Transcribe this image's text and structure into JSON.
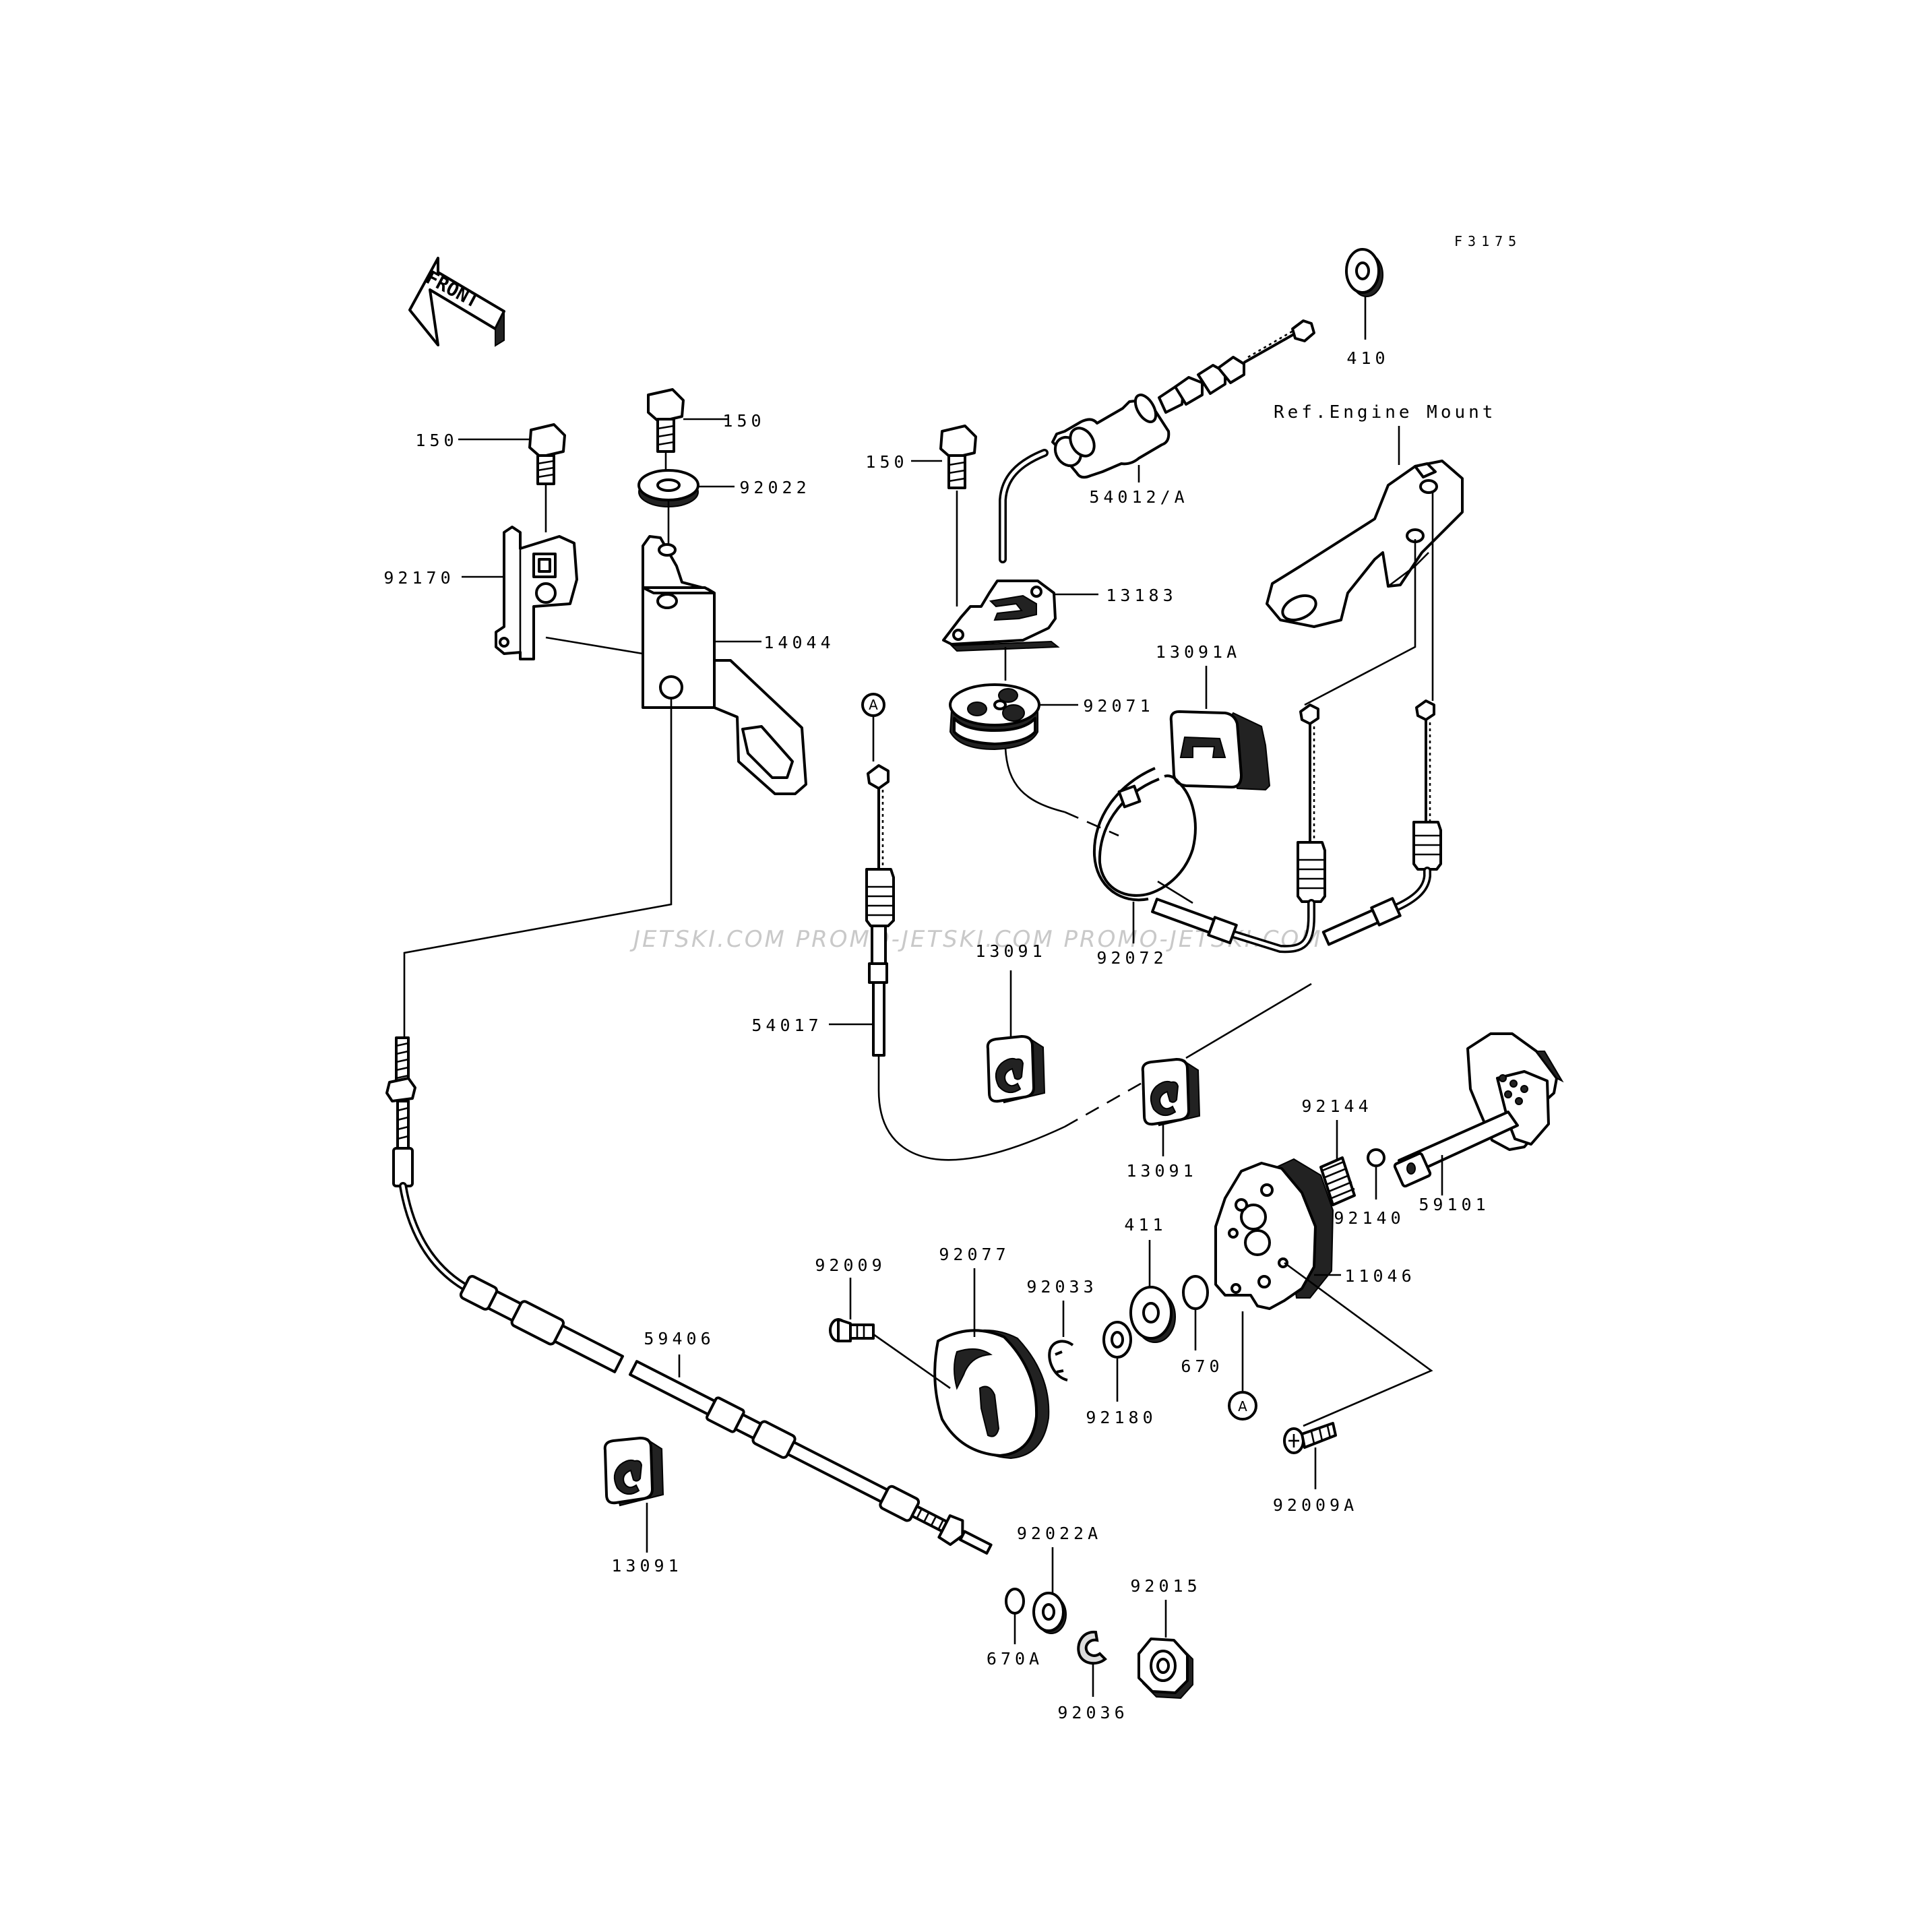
{
  "diagram_code": "F3175",
  "front_arrow_label": "FRONT",
  "reference_note": "Ref.Engine Mount",
  "watermark": "JETSKI.COM  PROMO-JETSKI.COM  PROMO-JETSKI.COM",
  "connector_marker": "A",
  "parts": {
    "p150_a": "150",
    "p150_b": "150",
    "p150_c": "150",
    "p92022": "92022",
    "p92170": "92170",
    "p14044": "14044",
    "p54012a": "54012/A",
    "p410": "410",
    "p13183": "13183",
    "p92071": "92071",
    "p13091a": "13091A",
    "p92072": "92072",
    "p54017": "54017",
    "p13091_a": "13091",
    "p13091_b": "13091",
    "p13091_c": "13091",
    "p92144": "92144",
    "p92140": "92140",
    "p59101": "59101",
    "p411": "411",
    "p11046": "11046",
    "p670": "670",
    "p92009": "92009",
    "p92077": "92077",
    "p92033": "92033",
    "p92180": "92180",
    "p92009a": "92009A",
    "p59406": "59406",
    "p92022a": "92022A",
    "p92015": "92015",
    "p670a": "670A",
    "p92036": "92036"
  }
}
